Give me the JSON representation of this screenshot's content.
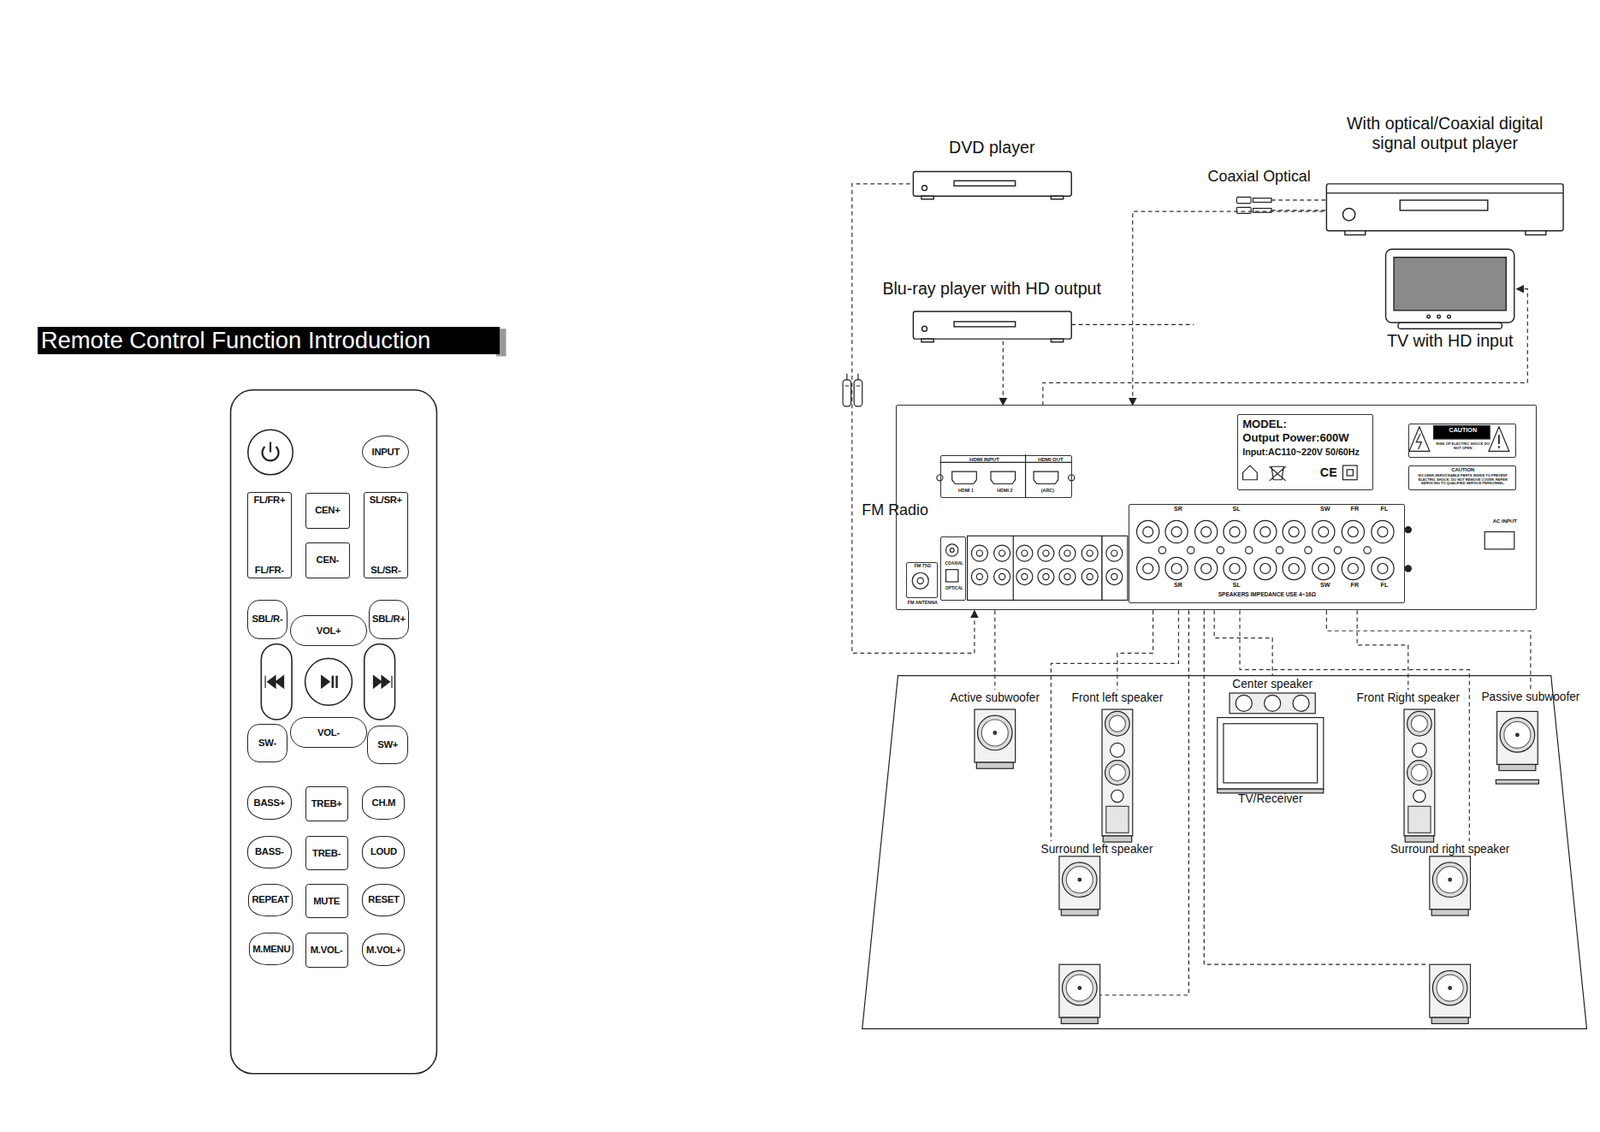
{
  "diagram": {
    "title": "Remote Control Function Introduction",
    "nodes": [
      {
        "text": [
          "INPUT"
        ]
      },
      {
        "text": [
          "FL/FR+",
          "FL/FR-"
        ]
      },
      {
        "text": [
          "CEN+"
        ]
      },
      {
        "text": [
          "SL/SR+",
          "SL/SR-"
        ]
      },
      {
        "text": [
          "CEN-"
        ]
      },
      {
        "text": [
          "SBL/R-"
        ]
      },
      {
        "text": [
          "SBL/R+"
        ]
      },
      {
        "text": [
          "VOL+"
        ]
      },
      {
        "text": [
          "VOL-"
        ]
      },
      {
        "text": [
          "SW-"
        ]
      },
      {
        "text": [
          "SW+"
        ]
      },
      {
        "text": [
          "BASS+"
        ]
      },
      {
        "text": [
          "TREB+"
        ]
      },
      {
        "text": [
          "CH.M"
        ]
      },
      {
        "text": [
          "BASS-"
        ]
      },
      {
        "text": [
          "TREB-"
        ]
      },
      {
        "text": [
          "LOUD"
        ]
      },
      {
        "text": [
          "REPEAT"
        ]
      },
      {
        "text": [
          "MUTE"
        ]
      },
      {
        "text": [
          "RESET"
        ]
      },
      {
        "text": [
          "M.MENU"
        ]
      },
      {
        "text": [
          "M.VOL-"
        ]
      },
      {
        "text": [
          "M.VOL+"
        ]
      },
      {
        "text": [
          "DVD player"
        ]
      },
      {
        "text": [
          "With optical/Coaxial digital signal output player"
        ]
      },
      {
        "text": [
          "Blu-ray player with HD output"
        ]
      },
      {
        "text": [
          "TV with HD input"
        ]
      },
      {
        "text": [
          "AC INPUT"
        ]
      },
      {
        "text": [
          "HDMI INPUT",
          "HDMI OUT",
          "HDMI 1",
          "HDMI 2",
          "(ARC)"
        ],
        "in": 27
      },
      {
        "text": [
          "MODEL:",
          "Output Power:600W",
          "Input:AC110~220V 50/60Hz",
          "CE"
        ],
        "in": 27
      },
      {
        "text": [
          "CAUTION",
          "RISK OF ELECTRIC SHOCK DO NOT OPEN"
        ],
        "in": 27
      },
      {
        "text": [
          "CAUTION",
          "NO USER-SERVICEABLE PARTS INSIDE TO PREVENT ELECTRIC SHOCK. DO NOT REMOVE COVER. REFER SERVICING TO QUALIFIED SERVICE PERSONNEL."
        ],
        "in": 27
      },
      {
        "text": [
          "FM 75Ω",
          "FM ANTENNA"
        ],
        "in": 27
      },
      {
        "text": [
          "COAXIAL",
          "OPTICAL"
        ],
        "in": 27
      },
      {
        "text": [
          "SR",
          "SL",
          "SW",
          "FR",
          "FL",
          "SR",
          "SL",
          "SW",
          "FR",
          "FL",
          "SPEAKERS IMPEDANCE USE 4~16Ω"
        ],
        "in": 27
      },
      {
        "text": [
          "Active subwoofer"
        ]
      },
      {
        "text": [
          "Front left speaker"
        ]
      },
      {
        "text": [
          "Center speaker"
        ]
      },
      {
        "text": [
          "Front Right speaker"
        ]
      },
      {
        "text": [
          "Passive subwoofer"
        ]
      },
      {
        "text": [
          "TV/Receiver"
        ]
      },
      {
        "text": [
          "Surround left speaker"
        ]
      },
      {
        "text": [
          "Surround right speaker"
        ]
      }
    ],
    "edges": [
      {
        "from": 23,
        "to": 27,
        "arrow": "to"
      },
      {
        "from": 24,
        "to": 27,
        "arrow": "to"
      },
      {
        "from": 25,
        "to": 27,
        "arrow": "to"
      },
      {
        "from": 27,
        "to": 26,
        "arrow": "to"
      },
      {
        "from": 27,
        "to": 35,
        "arrow": "none"
      },
      {
        "from": 27,
        "to": 36,
        "arrow": "none"
      },
      {
        "from": 27,
        "to": 37,
        "arrow": "none"
      },
      {
        "from": 27,
        "to": 38,
        "arrow": "none"
      },
      {
        "from": 27,
        "to": 39,
        "arrow": "none"
      },
      {
        "from": 27,
        "to": 41,
        "arrow": "none"
      },
      {
        "from": 27,
        "to": 42,
        "arrow": "none"
      }
    ],
    "labels": [
      "Coaxial Optical",
      "FM Radio"
    ]
  }
}
